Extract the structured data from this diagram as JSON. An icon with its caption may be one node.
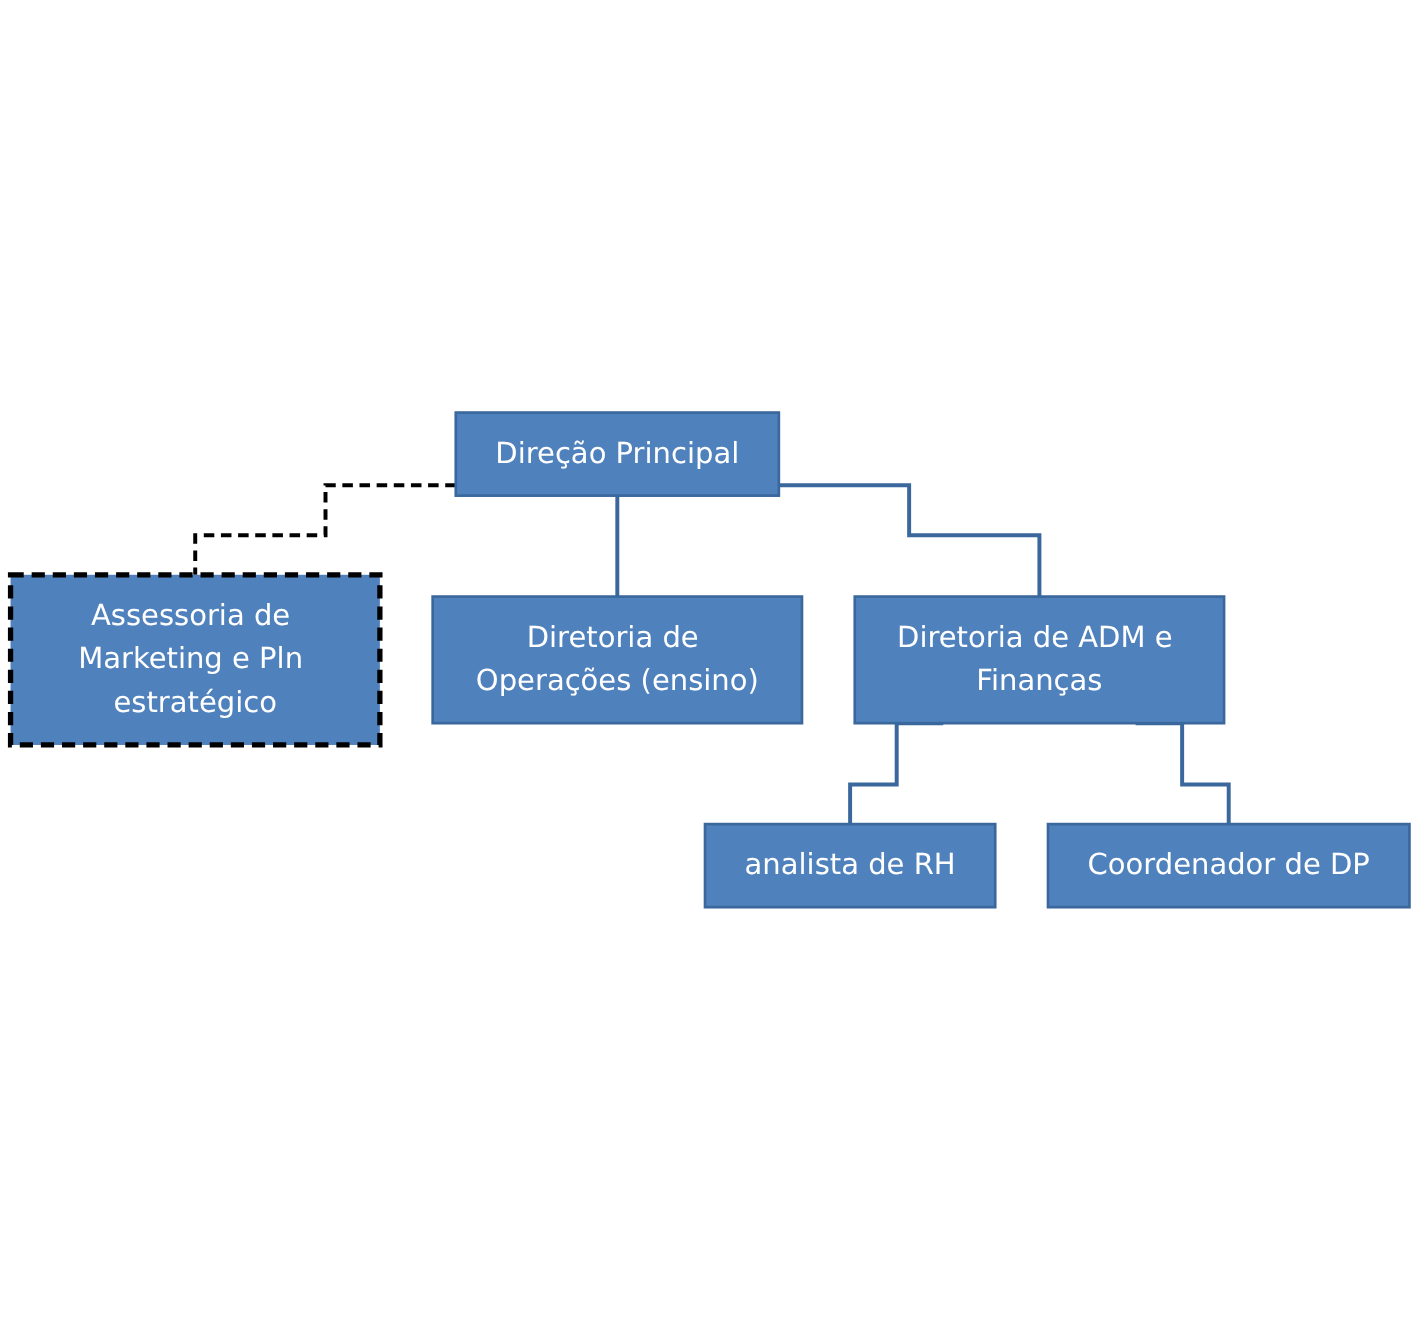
{
  "diagram": {
    "nodes": [
      {
        "text": [
          "Direção Principal"
        ]
      },
      {
        "text": [
          "Assessoria de Marketing e Pln estratégico"
        ]
      },
      {
        "text": [
          "Diretoria de Operações (ensino)"
        ]
      },
      {
        "text": [
          "Diretoria de ADM e Finanças"
        ]
      },
      {
        "text": [
          "analista de RH"
        ]
      },
      {
        "text": [
          "Coordenador de DP"
        ]
      }
    ],
    "edges": [
      {
        "from": 0,
        "to": 1,
        "arrow": "none",
        "style": "dashed",
        "color": "#000000"
      },
      {
        "from": 0,
        "to": 2,
        "arrow": "none"
      },
      {
        "from": 0,
        "to": 3,
        "arrow": "none"
      },
      {
        "from": 3,
        "to": 4,
        "arrow": "none"
      },
      {
        "from": 3,
        "to": 5,
        "arrow": "none"
      }
    ]
  }
}
